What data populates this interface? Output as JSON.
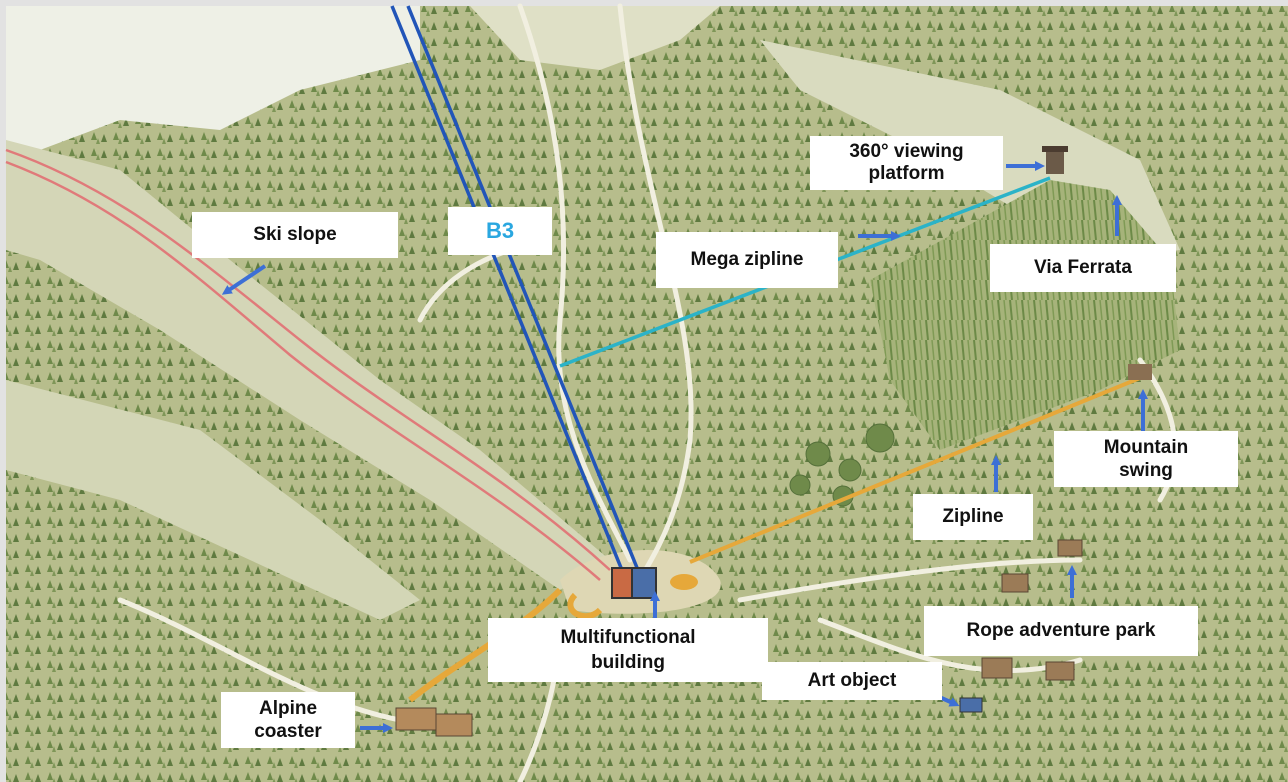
{
  "colors": {
    "terrain": "#c8c9a0",
    "forest": "#7a8e55",
    "gondola": "#2255b8",
    "mega_zipline": "#2bb3c8",
    "zipline": "#e6a83a",
    "ski_slope": "#e07a7a",
    "arrow": "#3d6fd6",
    "label_bg": "#ffffff",
    "b3_text": "#2aa7e0"
  },
  "labels": {
    "ski_slope": "Ski slope",
    "b3": "B3",
    "mega_zipline": "Mega zipline",
    "viewing_platform_1": "360° viewing",
    "viewing_platform_2": "platform",
    "via_ferrata": "Via Ferrata",
    "mountain_swing_1": "Mountain",
    "mountain_swing_2": "swing",
    "zipline": "Zipline",
    "rope_adventure_park": "Rope adventure park",
    "multifunctional_building_1": "Multifunctional",
    "multifunctional_building_2": "building",
    "art_object": "Art object",
    "alpine_coaster_1": "Alpine",
    "alpine_coaster_2": "coaster"
  }
}
